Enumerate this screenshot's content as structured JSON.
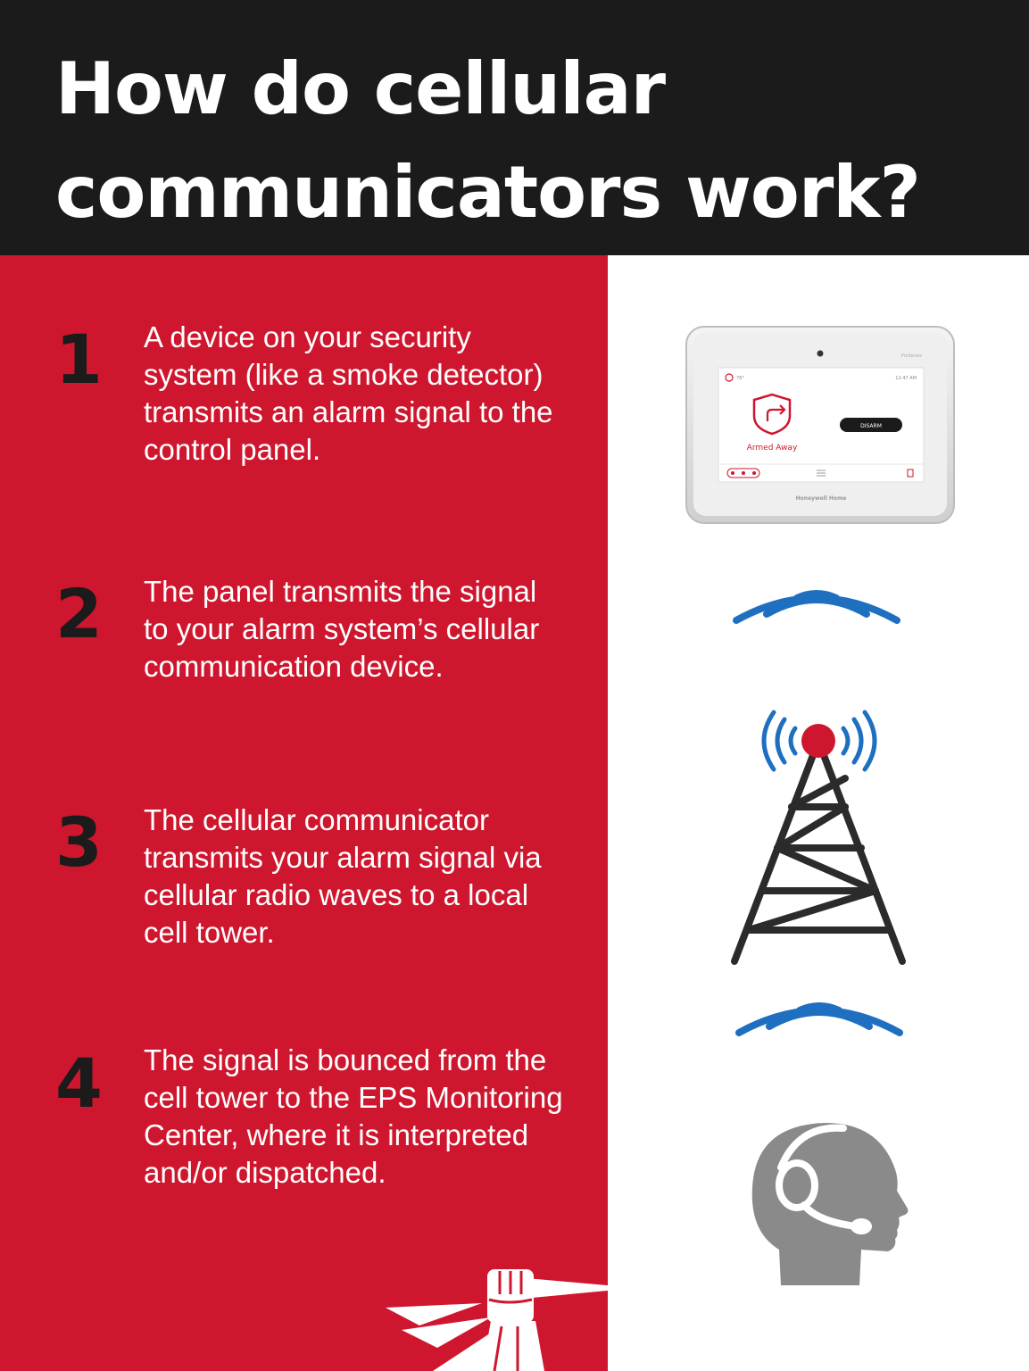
{
  "header": {
    "title_line1": "How do cellular",
    "title_line2": "communicators work?"
  },
  "steps": [
    {
      "number": "1",
      "text": "A device on your security system (like a smoke detector) transmits an alarm signal to the control panel."
    },
    {
      "number": "2",
      "text": "The panel transmits the signal to your alarm system’s cellular communication device."
    },
    {
      "number": "3",
      "text": "The cellular communicator transmits your alarm signal via cellular radio waves to a local cell tower."
    },
    {
      "number": "4",
      "text": "The signal is bounced from the cell tower to the EPS Monitoring Center, where it is interpreted and/or dispatched."
    }
  ],
  "panel_device": {
    "status": "Armed Away",
    "button": "DISARM",
    "brand": "Honeywell Home",
    "time": "12:47 AM",
    "model": "ProSeries",
    "temp": "78°"
  },
  "colors": {
    "header_bg": "#1b1b1b",
    "red": "#ce172e",
    "blue": "#1f6fc1",
    "gray": "#8a8a8a",
    "tower": "#2b2b2b"
  },
  "icons": [
    "control-panel-image",
    "wireless-signal-icon",
    "cell-tower-icon",
    "operator-headset-icon",
    "eps-logo-icon"
  ]
}
